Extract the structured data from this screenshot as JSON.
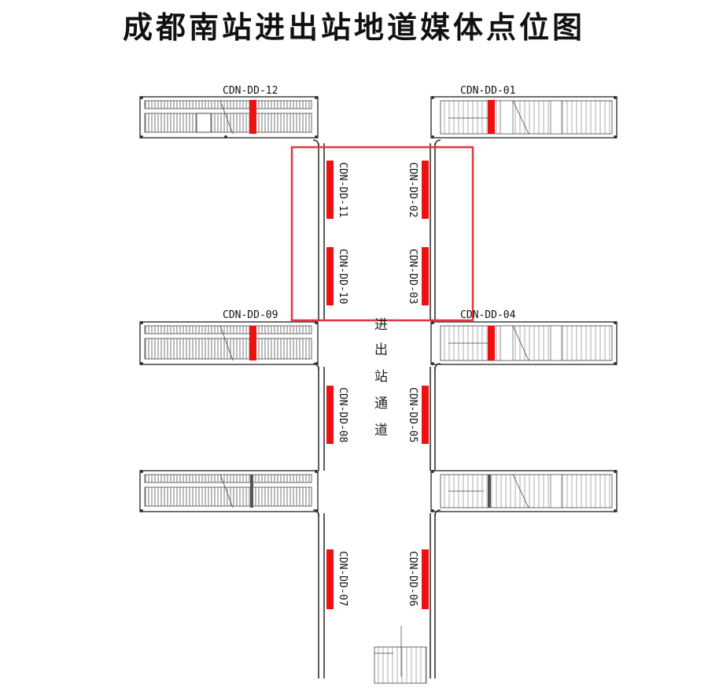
{
  "title": "成都南站进出站地道媒体点位图",
  "corridor_label": [
    "进",
    "出",
    "站",
    "通",
    "道"
  ],
  "colors": {
    "media": "#ee1111",
    "highlight": "#e5353a",
    "line": "#333333"
  },
  "points": {
    "p01": "CDN-DD-01",
    "p02": "CDN-DD-02",
    "p03": "CDN-DD-03",
    "p04": "CDN-DD-04",
    "p05": "CDN-DD-05",
    "p06": "CDN-DD-06",
    "p07": "CDN-DD-07",
    "p08": "CDN-DD-08",
    "p09": "CDN-DD-09",
    "p10": "CDN-DD-10",
    "p11": "CDN-DD-11",
    "p12": "CDN-DD-12"
  }
}
